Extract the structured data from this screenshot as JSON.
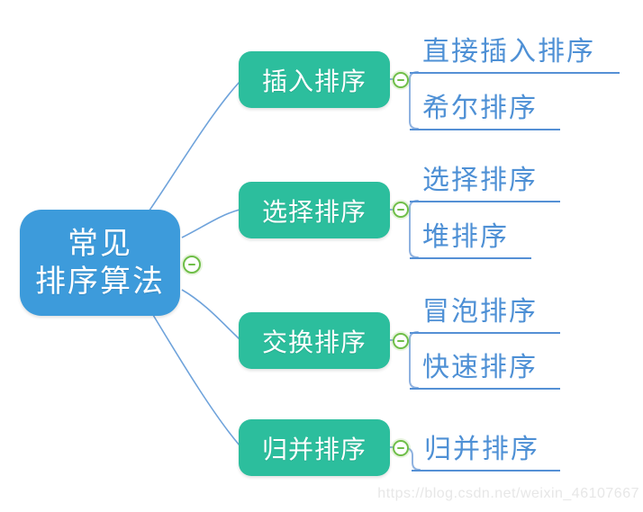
{
  "diagram_type": "mindmap",
  "root": {
    "lines": [
      "常见",
      "排序算法"
    ]
  },
  "branches": [
    {
      "label": "插入排序",
      "children": [
        {
          "label": "直接插入排序"
        },
        {
          "label": "希尔排序"
        }
      ]
    },
    {
      "label": "选择排序",
      "children": [
        {
          "label": "选择排序"
        },
        {
          "label": "堆排序"
        }
      ]
    },
    {
      "label": "交换排序",
      "children": [
        {
          "label": "冒泡排序"
        },
        {
          "label": "快速排序"
        }
      ]
    },
    {
      "label": "归并排序",
      "children": [
        {
          "label": "归并排序"
        }
      ]
    }
  ],
  "icons": {
    "collapse": "minus-circle"
  },
  "colors": {
    "root_fill": "#3D9BDB",
    "branch_fill": "#2CBE9D",
    "leaf_text": "#4E90D5",
    "underline": "#5590D5",
    "connector": "#6FA3DB",
    "bracket": "#8FB2E0",
    "collapse_green": "#6FBE48",
    "watermark": "#E7E7E7"
  },
  "watermark": "https://blog.csdn.net/weixin_46107667"
}
